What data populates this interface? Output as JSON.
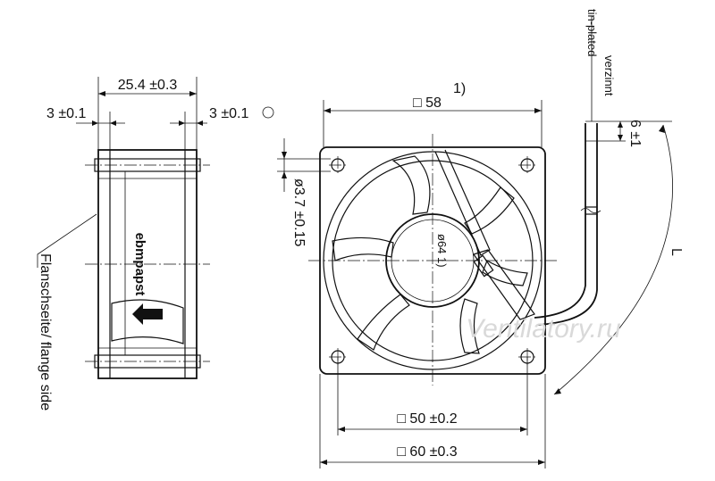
{
  "side_view": {
    "width_dim": "25.4 ±0.3",
    "left_flange_dim": "3 ±0.1",
    "right_flange_dim": "3 ±0.1",
    "brand": "ebmpapst",
    "flange_side_label": "Flanschseite/ flange side"
  },
  "front_view": {
    "top_dim": "□ 58",
    "note_mark": "1)",
    "hole_dim": "ø3.7 ±0.15",
    "hub_dim": "ø64 1)",
    "hole_spacing_dim": "□ 50 ±0.2",
    "overall_dim": "□ 60 ±0.3"
  },
  "cable": {
    "strip_dim": "6 ±1",
    "tin_label_de": "verzinnt",
    "tin_label_en": "tin-plated",
    "length_label": "L"
  },
  "watermark": "Ventilatory.ru"
}
